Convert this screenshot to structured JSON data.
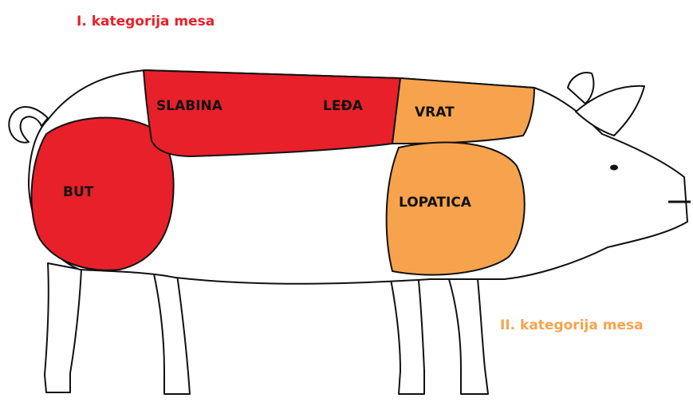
{
  "legend": {
    "category_1": {
      "label": "I. kategorija mesa",
      "color": "#e8202a"
    },
    "category_2": {
      "label": "II. kategorija mesa",
      "color": "#f7a34d"
    }
  },
  "cuts": {
    "slabina": {
      "label": "SLABINA",
      "category": 1
    },
    "leda": {
      "label": "LEĐA",
      "category": 1
    },
    "but": {
      "label": "BUT",
      "category": 1
    },
    "vrat": {
      "label": "VRAT",
      "category": 2
    },
    "lopatica": {
      "label": "LOPATICA",
      "category": 2
    }
  }
}
